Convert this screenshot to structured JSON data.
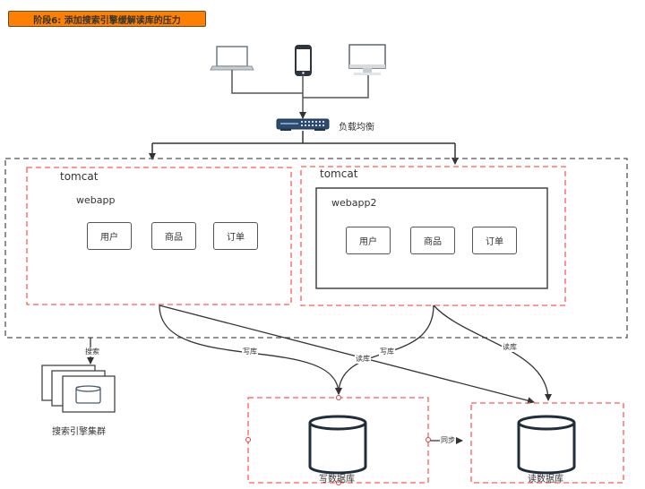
{
  "title": "阶段6: 添加搜索引擎缓解读库的压力",
  "clients": [
    {
      "name": "laptop"
    },
    {
      "name": "mobile-phone"
    },
    {
      "name": "desktop-monitor"
    }
  ],
  "load_balancer": {
    "label": "负载均衡"
  },
  "cluster": {
    "servers": [
      {
        "container": "tomcat",
        "app": "webapp",
        "modules": [
          "用户",
          "商品",
          "订单"
        ]
      },
      {
        "container": "tomcat",
        "app": "webapp2",
        "modules": [
          "用户",
          "商品",
          "订单"
        ]
      }
    ]
  },
  "edges": {
    "write_db": "写库",
    "read_db": "读库",
    "search": "搜索",
    "sync": "同步"
  },
  "search_cluster": {
    "label": "搜索引擎集群"
  },
  "databases": {
    "write": {
      "label": "写数据库"
    },
    "read": {
      "label": "读数据库"
    }
  },
  "colors": {
    "banner": "#ff8000",
    "red_dashed": "#ff5a5a",
    "gray_dashed": "#555555",
    "db_stroke": "#1f2d3d"
  }
}
